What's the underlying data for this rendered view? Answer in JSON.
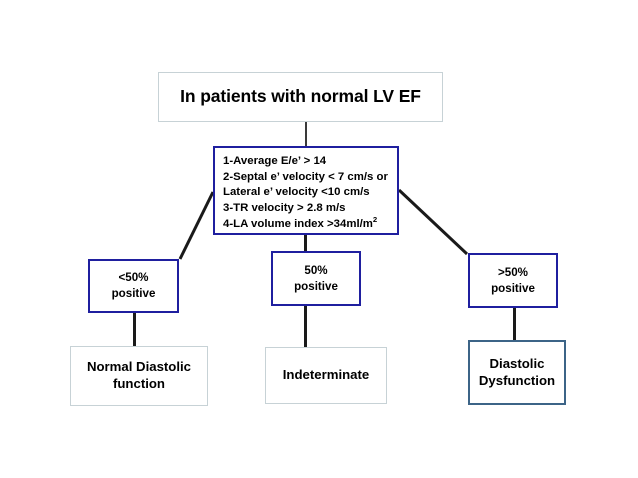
{
  "diagram": {
    "title_box": {
      "text": "In patients with normal LV EF",
      "border_color": "#c7d2d6"
    },
    "criteria_box": {
      "border_color": "#1f1f9f",
      "lines": [
        "1-Average E/e’ > 14",
        "2-Septal e’ velocity < 7 cm/s or",
        "Lateral e’ velocity <10 cm/s",
        "3-TR velocity > 2.8 m/s"
      ],
      "line4_prefix": "4-LA volume index >34ml/m",
      "line4_superscript": "2"
    },
    "decisions": [
      {
        "line1": "<50%",
        "line2": "positive",
        "border_color": "#1f1f9f"
      },
      {
        "line1": "50%",
        "line2": "positive",
        "border_color": "#1f1f9f"
      },
      {
        "line1": ">50%",
        "line2": "positive",
        "border_color": "#1f1f9f"
      }
    ],
    "outcomes": [
      {
        "line1": "Normal Diastolic",
        "line2": "function",
        "border_color": "#c7d2d6"
      },
      {
        "line1": "Indeterminate",
        "line2": "",
        "border_color": "#c7d2d6"
      },
      {
        "line1": "Diastolic",
        "line2": "Dysfunction",
        "border_color": "#3c6487"
      }
    ],
    "connector_color": "#1a1a1a"
  }
}
